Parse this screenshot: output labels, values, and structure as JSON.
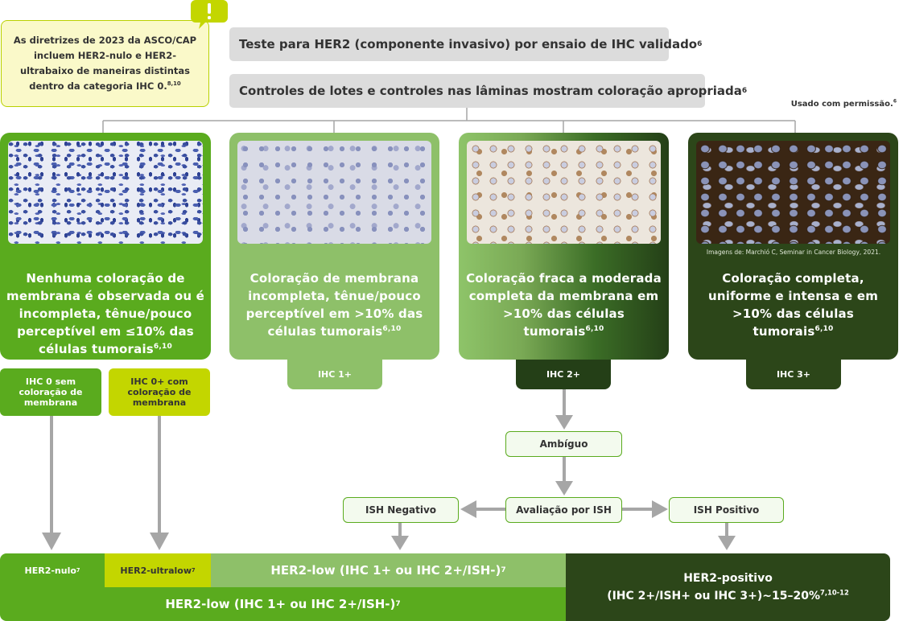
{
  "callout": {
    "text": "As diretrizes de 2023 da ASCO/CAP incluem HER2-nulo e HER2-ultrabaixo de maneiras distintas dentro da categoria IHC 0.",
    "sup": "8,10"
  },
  "header": {
    "test_text": "Teste para HER2 (componente invasivo) por ensaio de IHC validado",
    "test_sup": "6",
    "control_text": "Controles de lotes e controles nas lâminas mostram coloração apropriada",
    "control_sup": "6",
    "permission_text": "Usado com permissão.",
    "permission_sup": "6"
  },
  "cards": [
    {
      "text": "Nenhuma coloração de membrana é observada ou é incompleta, tênue/pouco perceptível em ≤10% das células tumorais",
      "sup": "6,10"
    },
    {
      "text": "Coloração de membrana incompleta, tênue/pouco perceptível em >10% das células tumorais",
      "sup": "6,10"
    },
    {
      "text": "Coloração fraca a moderada completa da membrana em >10% das células tumorais",
      "sup": "6,10"
    },
    {
      "text": "Coloração completa, uniforme e  intensa e em >10% das células tumorais",
      "sup": "6,10"
    }
  ],
  "image_caption": "Imagens de: Marchió C, Seminar in Cancer Biology, 2021.",
  "tabs": {
    "ihc1": "IHC 1+",
    "ihc2": "IHC 2+",
    "ihc3": "IHC 3+"
  },
  "sub": {
    "ihc0_without": "IHC 0 sem coloração de membrana",
    "ihc0_plus": "IHC 0+ com coloração de membrana"
  },
  "flow": {
    "ambiguous": "Ambíguo",
    "ish_eval": "Avaliação por ISH",
    "ish_negative": "ISH Negativo",
    "ish_positive": "ISH Positivo"
  },
  "bar": {
    "nulo": "HER2-nulo",
    "nulo_sup": "7",
    "ultralow": "HER2-ultralow",
    "ultralow_sup": "7",
    "low_top": "HER2-low (IHC 1+ ou IHC 2+/ISH-)",
    "low_top_sup": "7",
    "low_bottom": "HER2-low (IHC 1+ ou IHC 2+/ISH-)",
    "low_bottom_sup": "7",
    "positive_line1": "HER2-positivo",
    "positive_line2": "(IHC 2+/ISH+ ou IHC 3+)~15–20%",
    "positive_sup": "7,10-12"
  },
  "colors": {
    "green": "#5aab1e",
    "light_green": "#8ec069",
    "dark_green": "#2c4619",
    "lime": "#c3d600",
    "grey": "#dcdcdc",
    "arrow_grey": "#a6a6a6"
  }
}
